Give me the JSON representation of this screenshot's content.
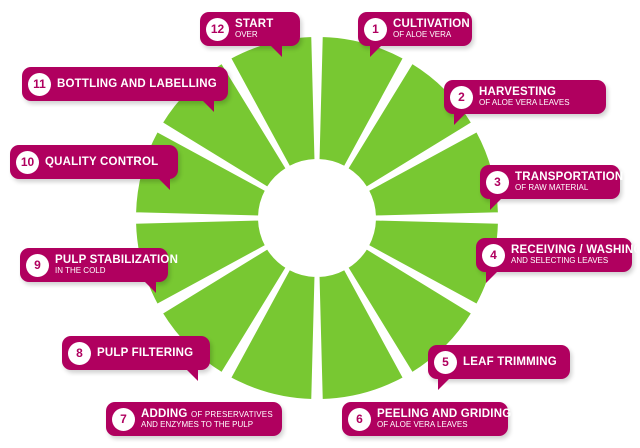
{
  "colors": {
    "wheel_green": "#78c832",
    "wheel_stroke": "#ffffff",
    "callout": "#b0005f",
    "badge_text": "#b0005f"
  },
  "steps": [
    {
      "number": "1",
      "title": "CULTIVATION",
      "subtitle": "OF ALOE VERA"
    },
    {
      "number": "2",
      "title": "HARVESTING",
      "subtitle": "OF ALOE VERA LEAVES"
    },
    {
      "number": "3",
      "title": "TRANSPORTATION",
      "subtitle": "OF RAW MATERIAL"
    },
    {
      "number": "4",
      "title": "RECEIVING / WASHING",
      "subtitle": "AND SELECTING LEAVES"
    },
    {
      "number": "5",
      "title": "LEAF TRIMMING",
      "subtitle": ""
    },
    {
      "number": "6",
      "title": "PEELING AND GRIDING",
      "subtitle": "OF ALOE VERA LEAVES"
    },
    {
      "number": "7",
      "title": "ADDING",
      "title_suffix": "OF PRESERVATIVES",
      "subtitle": "AND ENZYMES TO THE PULP"
    },
    {
      "number": "8",
      "title": "PULP FILTERING",
      "subtitle": ""
    },
    {
      "number": "9",
      "title": "PULP STABILIZATION",
      "subtitle": "IN THE COLD"
    },
    {
      "number": "10",
      "title": "QUALITY CONTROL",
      "subtitle": ""
    },
    {
      "number": "11",
      "title": "BOTTLING AND LABELLING",
      "subtitle": ""
    },
    {
      "number": "12",
      "title": "START",
      "subtitle": "OVER"
    }
  ]
}
